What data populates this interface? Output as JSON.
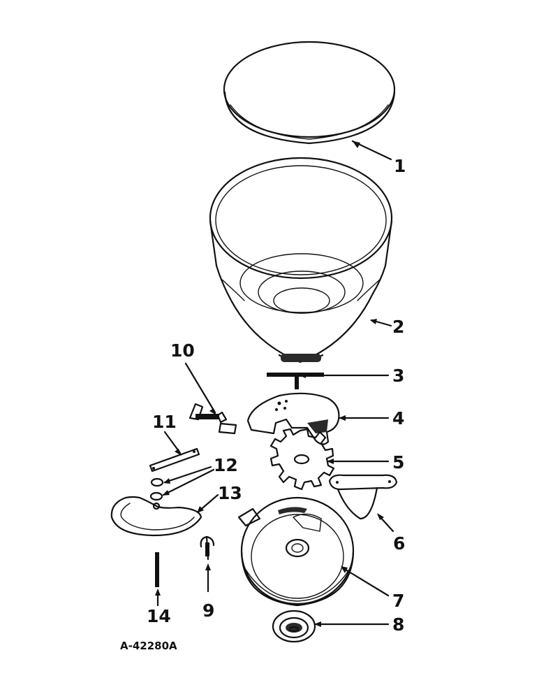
{
  "diagram": {
    "reference_code": "A-42280A",
    "callouts": [
      {
        "number": "1",
        "part": "lid"
      },
      {
        "number": "2",
        "part": "hopper"
      },
      {
        "number": "3",
        "part": "shaft"
      },
      {
        "number": "4",
        "part": "cover"
      },
      {
        "number": "5",
        "part": "seed-plate"
      },
      {
        "number": "6",
        "part": "funnel"
      },
      {
        "number": "7",
        "part": "hopper-bottom"
      },
      {
        "number": "8",
        "part": "bearing"
      },
      {
        "number": "9",
        "part": "hook"
      },
      {
        "number": "10",
        "part": "knockout-lever"
      },
      {
        "number": "11",
        "part": "strap"
      },
      {
        "number": "12",
        "part": "washers"
      },
      {
        "number": "13",
        "part": "wire-handle"
      },
      {
        "number": "14",
        "part": "pin"
      }
    ]
  }
}
